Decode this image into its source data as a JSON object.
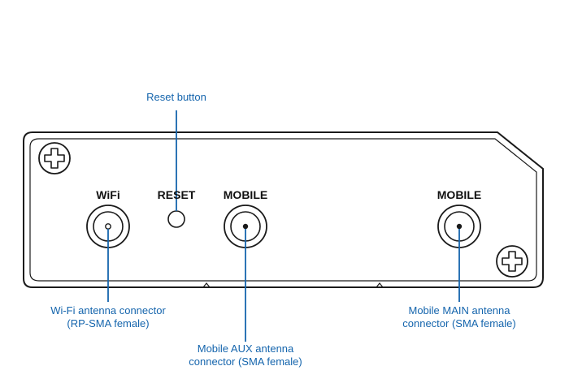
{
  "colors": {
    "callout": "#1565ad",
    "outline": "#1a1a1a",
    "background": "#ffffff"
  },
  "icons": [
    "screw-icon",
    "screw-icon"
  ],
  "panel_labels": {
    "wifi": "WiFi",
    "reset": "RESET",
    "mobile_aux": "MOBILE",
    "mobile_main": "MOBILE"
  },
  "callouts": {
    "reset": "Reset button",
    "wifi_line1": "Wi-Fi antenna connector",
    "wifi_line2": "(RP-SMA female)",
    "aux_line1": "Mobile AUX antenna",
    "aux_line2": "connector (SMA female)",
    "main_line1": "Mobile MAIN antenna",
    "main_line2": "connector (SMA female)"
  }
}
